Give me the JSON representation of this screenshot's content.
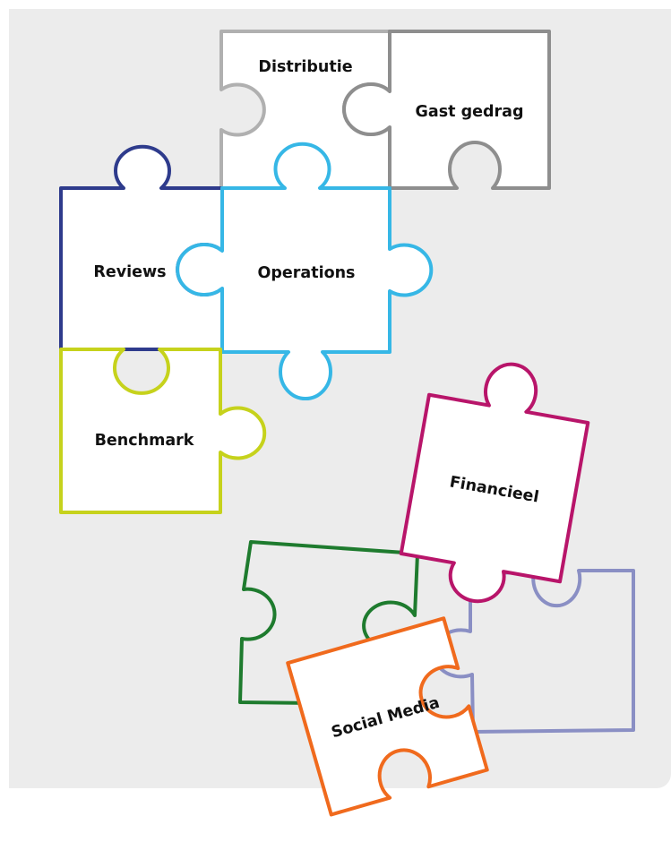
{
  "colors": {
    "background": "#ececec",
    "distributie": "#b0b0b0",
    "gast_gedrag": "#8e8e8e",
    "reviews": "#2e3b8c",
    "operations": "#36b7e6",
    "benchmark": "#c6d21c",
    "financieel": "#b8156a",
    "green": "#1e7b2e",
    "lavender": "#8a8fc4",
    "social_media": "#f06a1d"
  },
  "pieces": {
    "distributie": "Distributie",
    "gast_gedrag": "Gast gedrag",
    "reviews": "Reviews",
    "operations": "Operations",
    "benchmark": "Benchmark",
    "financieel": "Financieel",
    "social_media": "Social Media"
  }
}
